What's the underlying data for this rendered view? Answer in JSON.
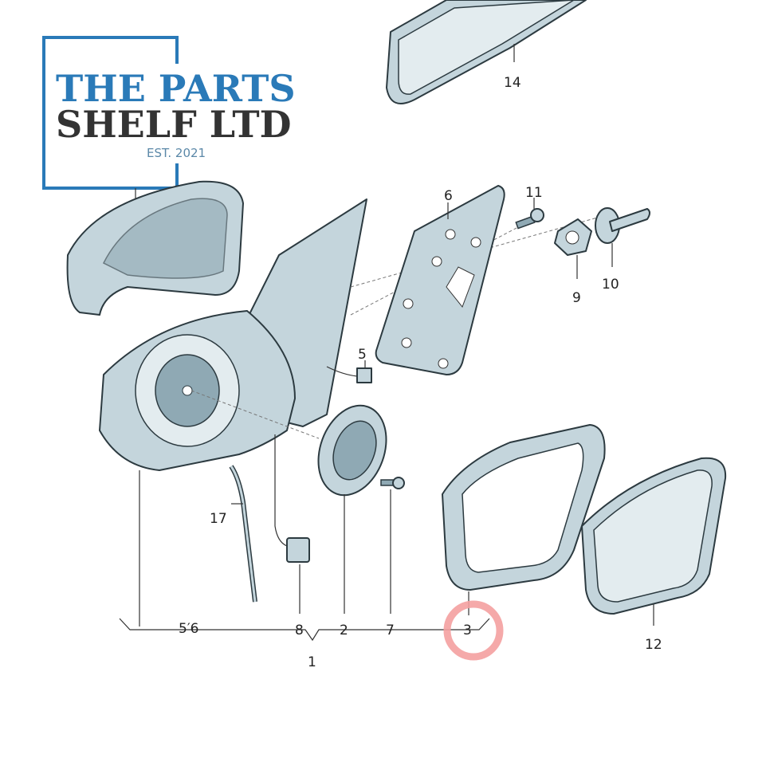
{
  "logo": {
    "line1": "THE PARTS",
    "line2": "SHELF LTD",
    "established": "EST. 2021",
    "color_primary": "#2a7ab8",
    "color_secondary": "#333333"
  },
  "highlight_color": "#f4a0a0",
  "callouts": {
    "p14": "14",
    "p6": "6",
    "p11": "11",
    "p9": "9",
    "p10": "10",
    "p5": "5",
    "p17": "17",
    "p56": "5′6",
    "p8": "8",
    "p2": "2",
    "p7": "7",
    "p3": "3",
    "p1": "1",
    "p12": "12"
  }
}
